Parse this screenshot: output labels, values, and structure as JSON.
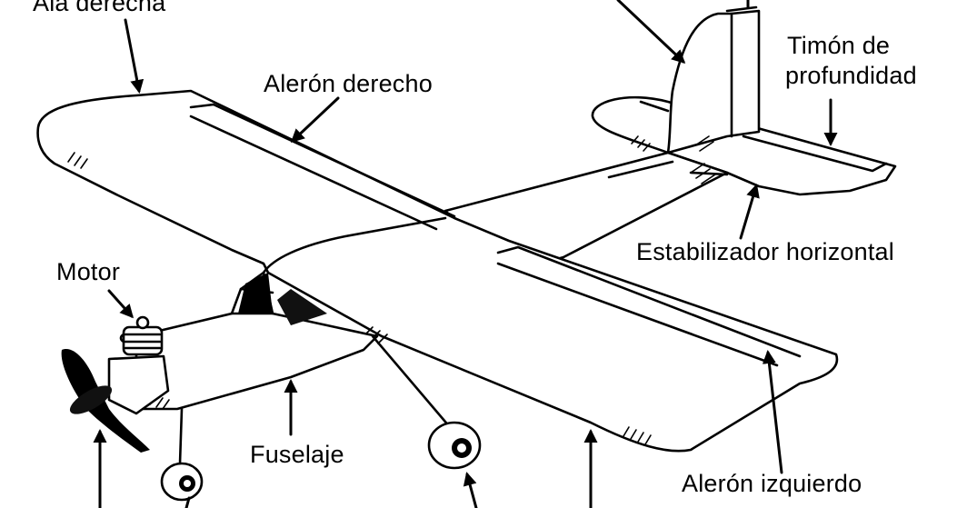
{
  "labels": {
    "ala_derecha": "Ala derecha",
    "aleron_derecho": "Alerón derecho",
    "timon_de": "Timón de",
    "profundidad": "profundidad",
    "estabilizador_horizontal": "Estabilizador horizontal",
    "motor": "Motor",
    "fuselaje": "Fuselaje",
    "aleron_izquierdo": "Alerón izquierdo"
  },
  "colors": {
    "ink": "#000000",
    "paper": "#ffffff"
  }
}
